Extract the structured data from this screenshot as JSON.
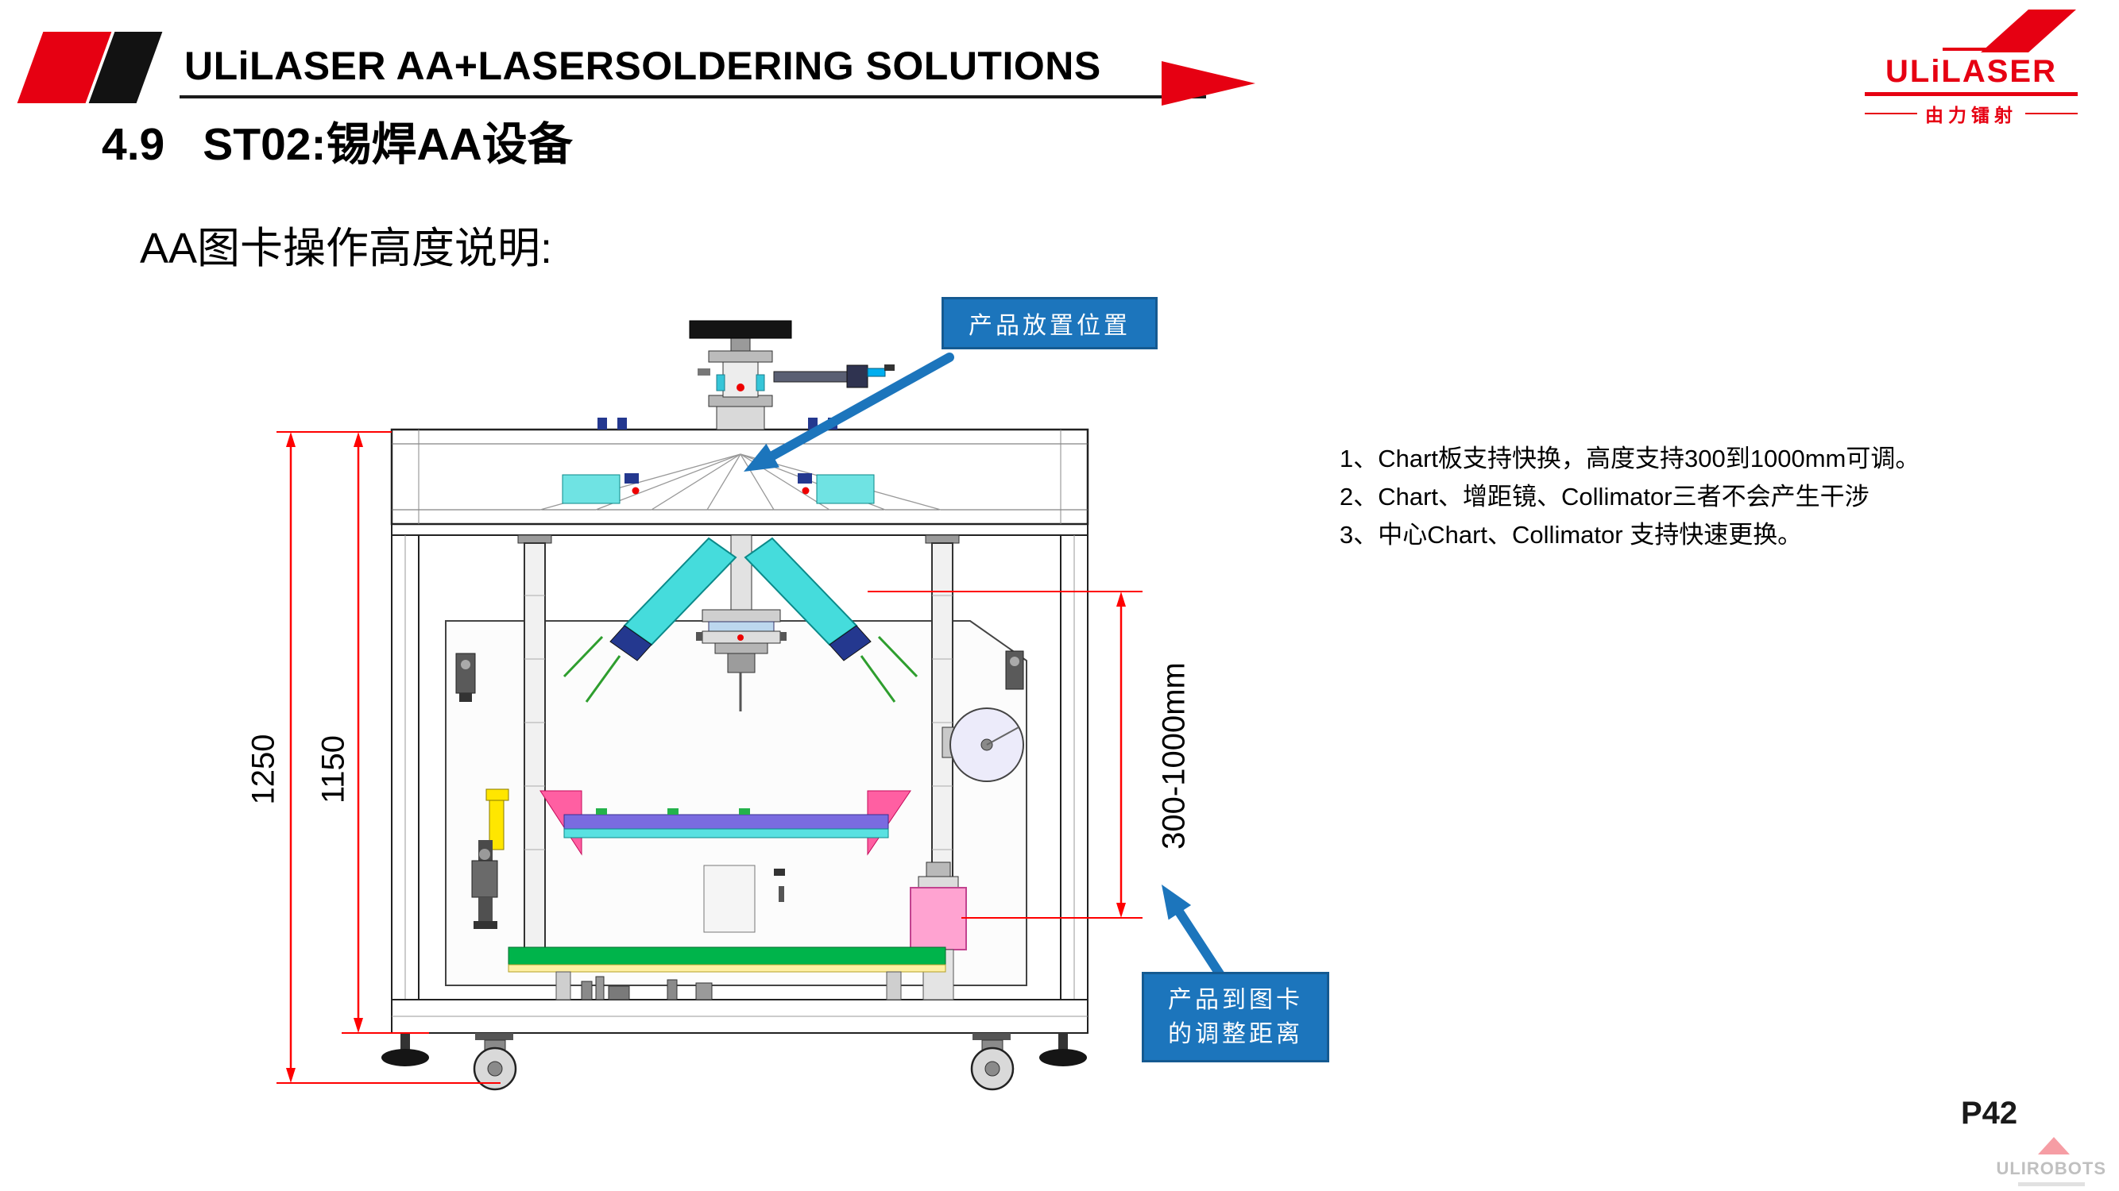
{
  "header": {
    "title": "ULiLASER AA+LASERSOLDERING SOLUTIONS",
    "logo": {
      "name": "ULiLASER",
      "subtitle": "由力镭射"
    }
  },
  "section": {
    "number": "4.9",
    "title": "ST02:锡焊AA设备"
  },
  "subtitle": "AA图卡操作高度说明:",
  "callouts": {
    "product_position": "产品放置位置",
    "adjust_line1": "产品到图卡",
    "adjust_line2": "的调整距离"
  },
  "dimensions": {
    "outer": "1250",
    "inner": "1150",
    "range": "300-1000mm"
  },
  "notes": [
    "1、Chart板支持快换，高度支持300到1000mm可调。",
    "2、Chart、增距镜、Collimator三者不会产生干涉",
    "3、中心Chart、Collimator 支持快速更换。"
  ],
  "footer": {
    "page": "P42",
    "watermark": "ULIROBOTS"
  },
  "colors": {
    "accent_red": "#E60012",
    "callout_blue": "#1C75BC",
    "dimension_red": "#FF0000"
  }
}
